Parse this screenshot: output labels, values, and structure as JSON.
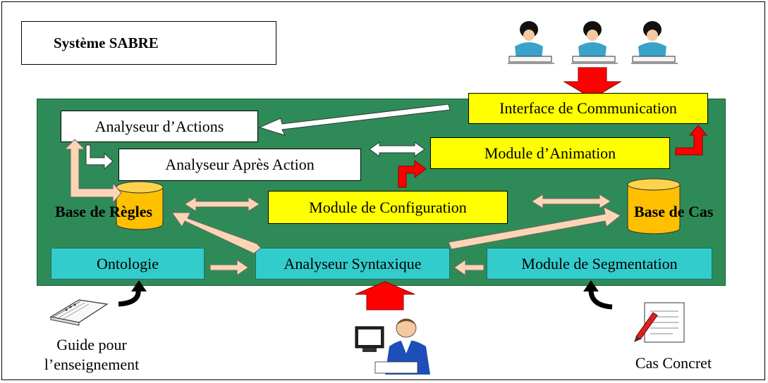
{
  "title": "Système SABRE",
  "modules": {
    "interface_communication": "Interface de Communication",
    "analyseur_actions": "Analyseur  d’Actions",
    "analyseur_apres_action": "Analyseur Après Action",
    "module_animation": "Module d’Animation",
    "module_configuration": "Module de Configuration",
    "ontologie": "Ontologie",
    "analyseur_syntaxique": "Analyseur Syntaxique",
    "module_segmentation": "Module de Segmentation"
  },
  "databases": {
    "base_regles": "Base de Règles",
    "base_cas": "Base de Cas"
  },
  "inputs": {
    "guide_line1": "Guide pour",
    "guide_line2": "l’enseignement",
    "cas_concret": "Cas Concret"
  },
  "colors": {
    "panel_green": "#2e8b57",
    "module_yellow": "#ffff00",
    "module_teal": "#33cccc",
    "database_gold": "#ffc000",
    "arrow_peach": "#fcd5b4",
    "arrow_red": "#ff0000"
  },
  "icons": [
    "students-icon",
    "book-icon",
    "computer-user-icon",
    "document-pen-icon"
  ]
}
